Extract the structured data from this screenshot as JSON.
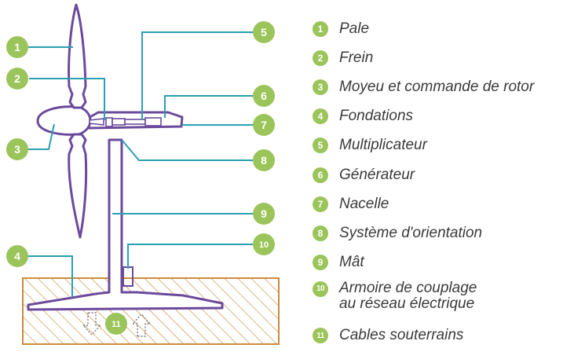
{
  "legend": [
    {
      "num": "1",
      "label": "Pale"
    },
    {
      "num": "2",
      "label": "Frein"
    },
    {
      "num": "3",
      "label": "Moyeu et commande de rotor"
    },
    {
      "num": "4",
      "label": "Fondations"
    },
    {
      "num": "5",
      "label": "Multiplicateur"
    },
    {
      "num": "6",
      "label": "Générateur"
    },
    {
      "num": "7",
      "label": "Nacelle"
    },
    {
      "num": "8",
      "label": "Système d'orientation"
    },
    {
      "num": "9",
      "label": "Mât"
    },
    {
      "num": "10",
      "label": "Armoire de couplage",
      "label2": "au réseau électrique"
    },
    {
      "num": "11",
      "label": "Cables souterrains"
    }
  ],
  "colors": {
    "turbine": "#6b4a9c",
    "leader": "#2aa0b2",
    "badge": "#9bc45a",
    "ground": "#cc8a3c",
    "text": "#3a3a3a"
  }
}
